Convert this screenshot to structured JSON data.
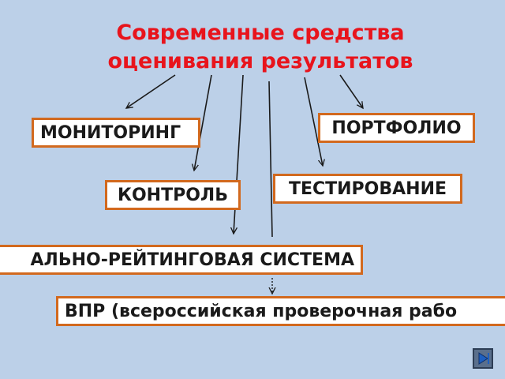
{
  "title": "Современные средства\nоценивания результатов",
  "boxes": {
    "monitoring": "МОНИТОРИНГ",
    "portfolio": "ПОРТФОЛИО",
    "testing": "ТЕСТИРОВАНИЕ",
    "control": "КОНТРОЛЬ",
    "rating": "АЛЬНО-РЕЙТИНГОВАЯ СИСТЕМА",
    "vpr": "ВПР (всероссийская проверочная рабо"
  },
  "colors": {
    "background": "#bcd0e8",
    "title": "#e8141c",
    "box_border": "#d2691e",
    "arrow": "#1a1a1a"
  },
  "nav": {
    "icon": "play-next-icon"
  }
}
